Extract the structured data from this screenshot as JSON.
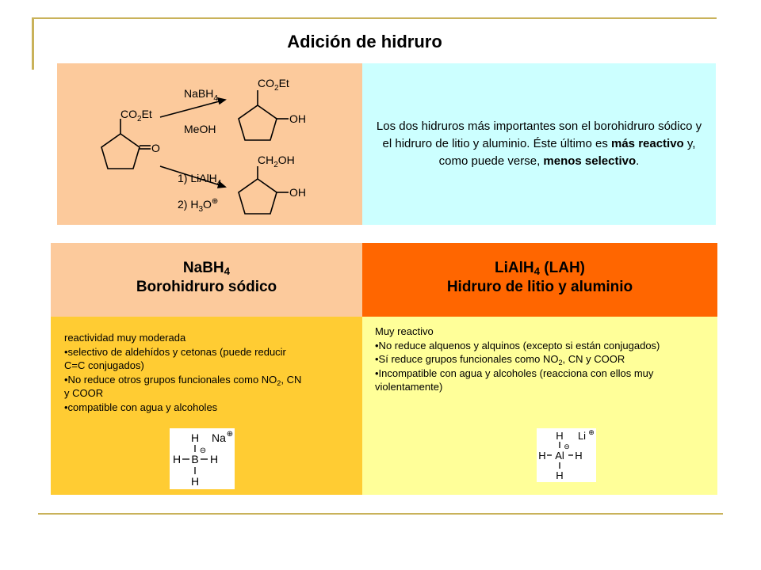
{
  "title": "Adición de hidruro",
  "description": {
    "part1": "Los dos hidruros más importantes son el borohidruro sódico y el hidruro de litio y aluminio. Éste último es ",
    "bold1": "más reactivo",
    "part2": " y, como puede verse, ",
    "bold2": "menos selectivo",
    "part3": "."
  },
  "reaction": {
    "reactant_group": "CO",
    "reactant_group_sub": "2",
    "reactant_group_tail": "Et",
    "ketone_o": "O",
    "reagent1_main": "NaBH",
    "reagent1_sub": "4",
    "solvent1": "MeOH",
    "product1_group": "CO",
    "product1_group_sub": "2",
    "product1_group_tail": "Et",
    "product1_oh": "OH",
    "reagent2_step1": "1) LiAlH",
    "reagent2_step1_sub": "4",
    "reagent2_step2": "2) H",
    "reagent2_step2_sub": "3",
    "reagent2_step2_tail": "O",
    "reagent2_charge": "⊕",
    "product2_group": "CH",
    "product2_group_sub": "2",
    "product2_group_tail": "OH",
    "product2_oh": "OH"
  },
  "nabh4": {
    "formula": "NaBH",
    "formula_sub": "4",
    "name": "Borohidruro sódico",
    "items": [
      "reactividad muy moderada",
      "•selectivo de aldehídos y cetonas (puede reducir C=C conjugados)",
      "•No reduce otros grupos funcionales como NO",
      "•compatible con agua y alcoholes"
    ],
    "item3_sub": "2",
    "item3_tail": ", CN y COOR",
    "structure": {
      "h": "H",
      "center": "B",
      "cation": "Na",
      "charge_pos": "⊕",
      "charge_neg": "⊖"
    }
  },
  "lialh4": {
    "formula": "LiAlH",
    "formula_sub": "4",
    "formula_tail": " (LAH)",
    "name": "Hidruro de litio y aluminio",
    "items": [
      "Muy reactivo",
      "•No reduce alquenos y alquinos (excepto si están conjugados)",
      "•Sí reduce grupos funcionales como NO",
      "•Incompatible con agua y alcoholes (reacciona con ellos muy violentamente)"
    ],
    "item3_sub": "2",
    "item3_tail": ", CN y COOR",
    "structure": {
      "h": "H",
      "center": "Al",
      "cation": "Li",
      "charge_pos": "⊕",
      "charge_neg": "⊖"
    }
  }
}
